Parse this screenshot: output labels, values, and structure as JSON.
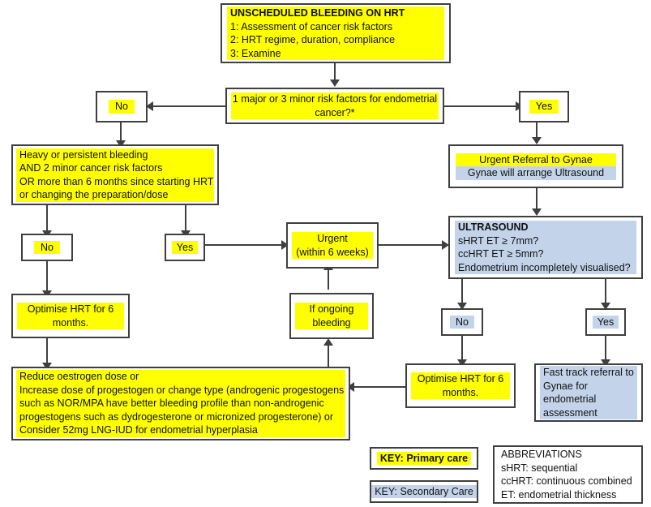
{
  "title": "Unscheduled bleeding on HRT pathway",
  "colors": {
    "primary_care_highlight": "#ffff00",
    "secondary_care_highlight": "#c3d4ea",
    "box_border": "#3f3f3f",
    "text": "#101010",
    "background": "#ffffff"
  },
  "nodes": {
    "header": {
      "line1": "UNSCHEDULED BLEEDING ON HRT",
      "line2": "1: Assessment of cancer risk factors",
      "line3": "2: HRT regime, duration, compliance",
      "line4": "3: Examine"
    },
    "risk_decision": {
      "text": "1 major or 3 minor risk factors for endometrial cancer?*"
    },
    "risk_no": {
      "label": "No"
    },
    "risk_yes": {
      "label": "Yes"
    },
    "bleeding_criteria": {
      "line1": "Heavy or persistent bleeding",
      "line2": "AND 2 minor cancer risk factors",
      "line3": "OR more than 6 months since starting HRT",
      "line4": "or changing the preparation/dose"
    },
    "urgent_referral": {
      "line1": "Urgent Referral to Gynae",
      "line2": "Gynae will arrange Ultrasound"
    },
    "criteria_no": {
      "label": "No"
    },
    "criteria_yes": {
      "label": "Yes"
    },
    "urgent": {
      "line1": "Urgent",
      "line2": "(within 6 weeks)"
    },
    "ultrasound": {
      "line1": "ULTRASOUND",
      "line2": "sHRT ET ≥ 7mm?",
      "line3": "ccHRT ET ≥ 5mm?",
      "line4": "Endometrium incompletely visualised?"
    },
    "optimise_left": {
      "line1": "Optimise HRT for 6",
      "line2": "months."
    },
    "if_ongoing": {
      "line1": "If ongoing",
      "line2": "bleeding"
    },
    "us_no": {
      "label": "No"
    },
    "us_yes": {
      "label": "Yes"
    },
    "optimise_right": {
      "line1": "Optimise HRT for 6",
      "line2": "months."
    },
    "fast_track": {
      "line1": "Fast track referral to",
      "line2": "Gynae for endometrial",
      "line3": "assessment"
    },
    "treatment": {
      "line1": "Reduce oestrogen dose or",
      "line2": "Increase dose of progestogen or change type (androgenic progestogens",
      "line3": "such as NOR/MPA have better bleeding profile than non-androgenic",
      "line4": "progestogens such as dydrogesterone or micronized progesterone) or",
      "line5": "Consider 52mg LNG-IUD for endometrial hyperplasia"
    }
  },
  "legend": {
    "primary": "KEY: Primary care",
    "secondary": "KEY: Secondary Care"
  },
  "abbreviations": {
    "heading": "ABBREVIATIONS",
    "line1": "sHRT: sequential",
    "line2": "ccHRT: continuous combined",
    "line3": "ET: endometrial thickness"
  }
}
